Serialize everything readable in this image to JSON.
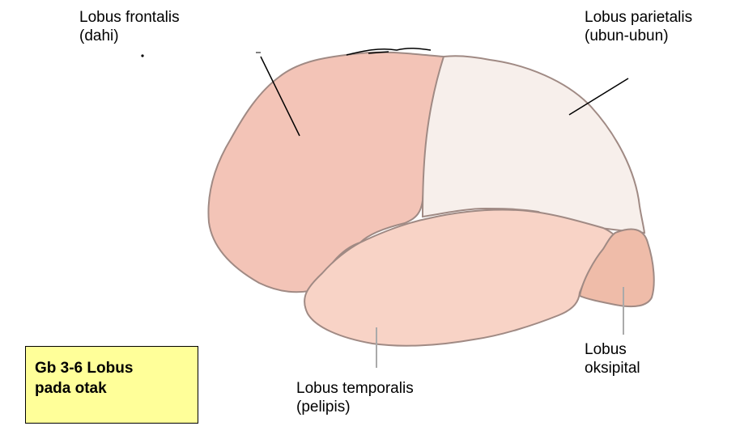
{
  "labels": {
    "frontal": {
      "line1": "Lobus frontalis",
      "line2": "(dahi)"
    },
    "parietal": {
      "line1": "Lobus parietalis",
      "line2": "(ubun-ubun)"
    },
    "temporal": {
      "line1": "Lobus temporalis",
      "line2": "(pelipis)"
    },
    "occipital": {
      "line1": "Lobus",
      "line2": "oksipital"
    }
  },
  "caption": {
    "line1": "Gb 3-6 Lobus",
    "line2": "pada otak"
  },
  "colors": {
    "frontal": "#f3c4b7",
    "parietal": "#f7efeb",
    "temporal": "#f8d3c6",
    "occipital": "#efbca9",
    "outline": "#a08a84",
    "caption_bg": "#ffff99"
  }
}
